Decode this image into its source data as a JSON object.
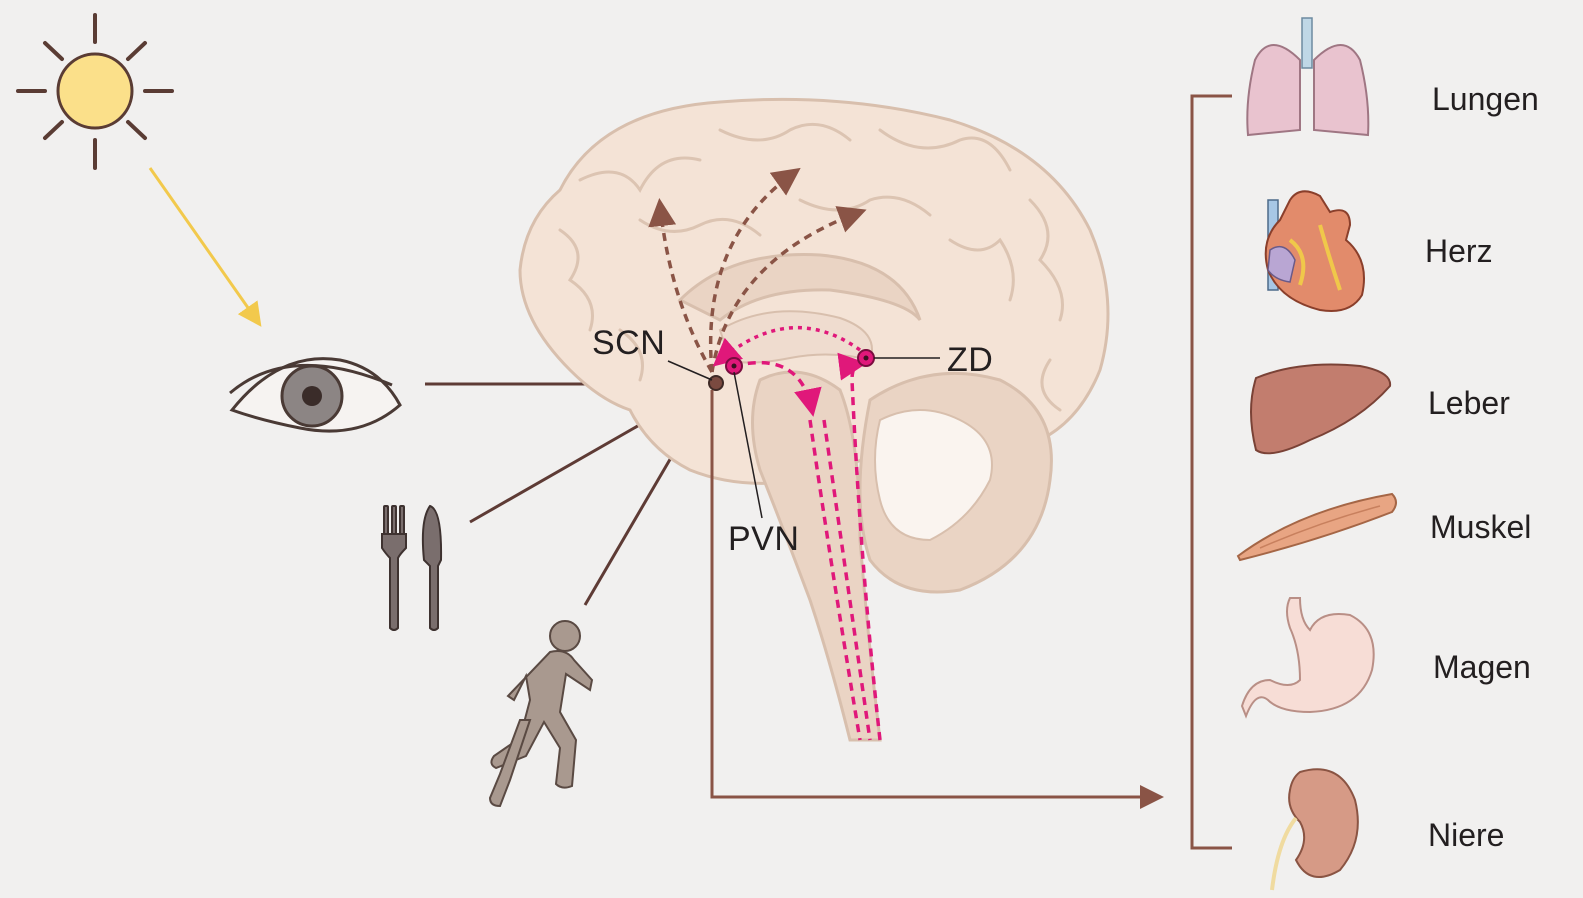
{
  "labels": {
    "scn": "SCN",
    "pvn": "PVN",
    "zd": "ZD"
  },
  "organs": [
    {
      "label": "Lungen",
      "icon": "lungs-icon"
    },
    {
      "label": "Herz",
      "icon": "heart-icon"
    },
    {
      "label": "Leber",
      "icon": "liver-icon"
    },
    {
      "label": "Muskel",
      "icon": "muscle-icon"
    },
    {
      "label": "Magen",
      "icon": "stomach-icon"
    },
    {
      "label": "Niere",
      "icon": "kidney-icon"
    }
  ],
  "inputs": [
    {
      "icon": "sun-icon"
    },
    {
      "icon": "eye-icon"
    },
    {
      "icon": "fork-knife-icon"
    },
    {
      "icon": "runner-icon"
    }
  ],
  "colors": {
    "background": "#f1f0ef",
    "brain_fill": "#f4e3d6",
    "brain_outline": "#d8bfad",
    "arrow_brown": "#5e3b35",
    "dashed_brown": "#8a5446",
    "magenta": "#e0187a",
    "sun": "#fbe08a",
    "sun_ray": "#5a3c34",
    "sun_arrow": "#f2c94c"
  }
}
